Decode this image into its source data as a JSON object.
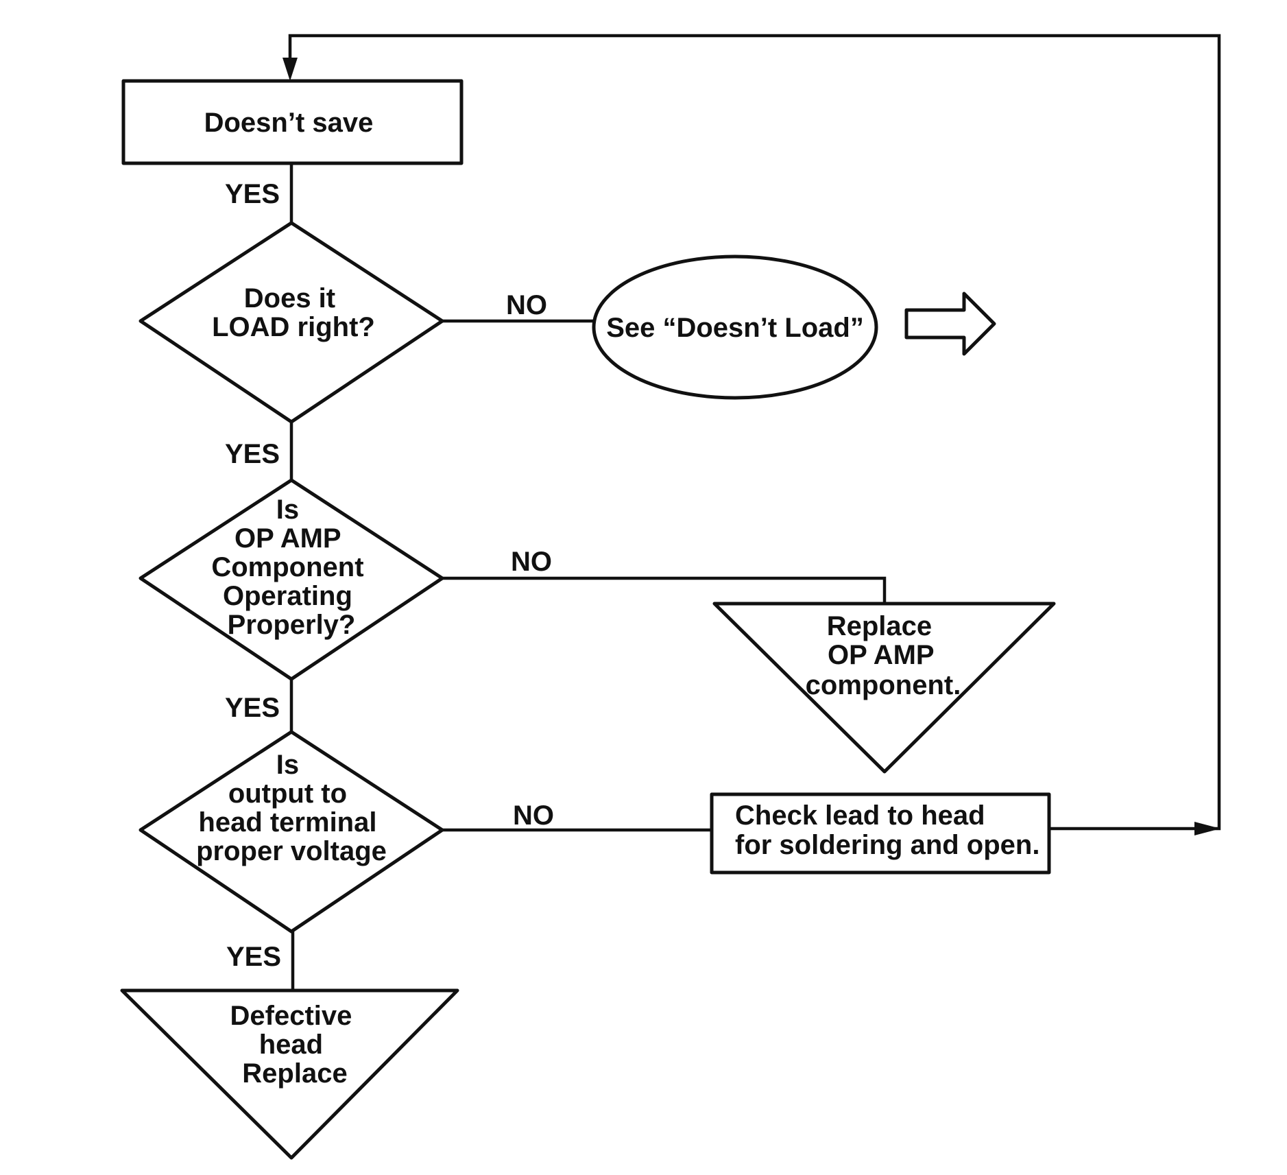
{
  "nodes": {
    "start": {
      "text": "Doesn’t save"
    },
    "load_question": {
      "lines": [
        "Does it",
        "LOAD right?"
      ]
    },
    "see_doesnt_load": {
      "text": "See “Doesn’t Load”"
    },
    "opamp_question": {
      "lines": [
        "Is",
        "OP AMP",
        "Component",
        "Operating",
        "Properly?"
      ]
    },
    "replace_opamp": {
      "lines": [
        "Replace",
        "OP AMP",
        "component."
      ]
    },
    "voltage_question": {
      "lines": [
        "Is",
        "output to",
        "head terminal",
        "proper voltage"
      ]
    },
    "check_lead": {
      "lines": [
        "Check lead to head",
        "for soldering and open."
      ]
    },
    "defective_head": {
      "lines": [
        "Defective",
        "head",
        "Replace"
      ]
    }
  },
  "edge_labels": {
    "yes_1": "YES",
    "no_1": "NO",
    "yes_2": "YES",
    "no_2": "NO",
    "yes_3": "YES",
    "no_3": "NO",
    "yes_4": "YES"
  }
}
